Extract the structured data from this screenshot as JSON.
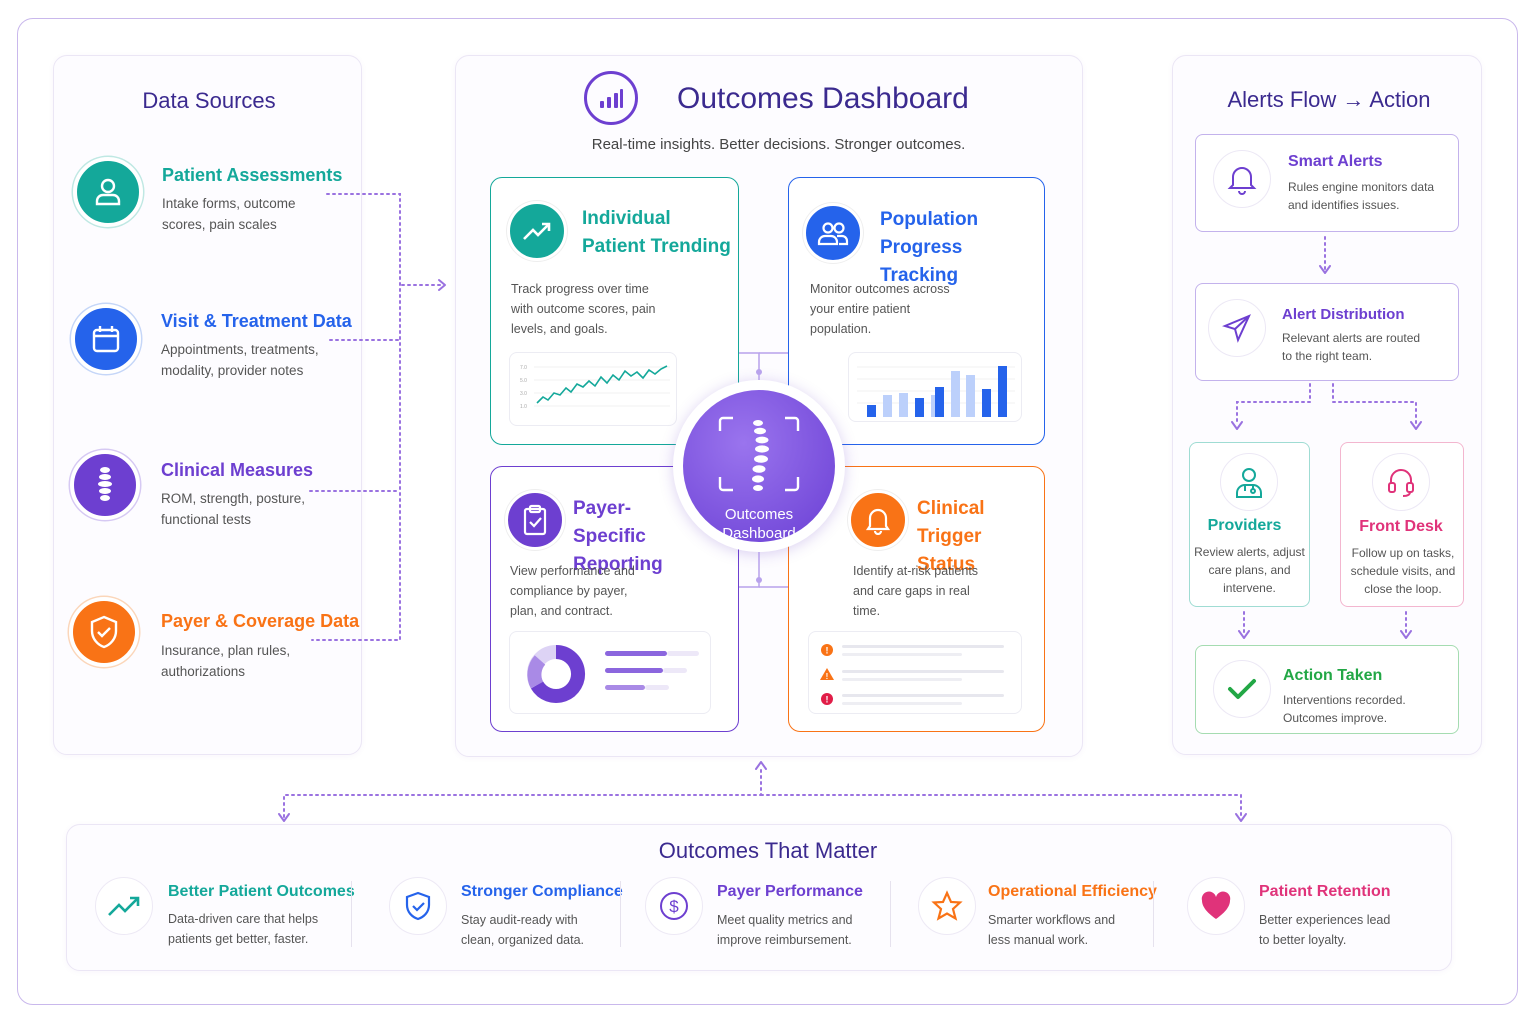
{
  "colors": {
    "teal": "#14a89a",
    "blue": "#2563eb",
    "purple": "#6d3fd0",
    "orange": "#f97316",
    "green": "#22a745",
    "pink": "#e0337a",
    "navy": "#3b2a8f"
  },
  "data_sources": {
    "title": "Data Sources",
    "items": [
      {
        "title": "Patient Assessments",
        "desc": "Intake forms, outcome scores, pain scales",
        "icon": "user-icon"
      },
      {
        "title": "Visit & Treatment Data",
        "desc": "Appointments, treatments, modality, provider notes",
        "icon": "calendar-icon"
      },
      {
        "title": "Clinical Measures",
        "desc": "ROM, strength, posture, functional tests",
        "icon": "spine-icon"
      },
      {
        "title": "Payer & Coverage Data",
        "desc": "Insurance, plan rules, authorizations",
        "icon": "shield-check-icon"
      }
    ]
  },
  "dashboard": {
    "title": "Outcomes Dashboard",
    "subtitle": "Real-time insights. Better decisions. Stronger outcomes.",
    "center_label": "Outcomes Dashboard",
    "cards": {
      "trending": {
        "title": "Individual Patient Trending",
        "desc": "Track progress over time with outcome scores, pain levels, and goals.",
        "axis": [
          "7.0",
          "5.0",
          "3.0",
          "1.0"
        ]
      },
      "population": {
        "title": "Population Progress Tracking",
        "desc": "Monitor outcomes across your entire patient population."
      },
      "payer": {
        "title": "Payer-Specific Reporting",
        "desc": "View performance and compliance by payer, plan, and contract."
      },
      "trigger": {
        "title": "Clinical Trigger Status",
        "desc": "Identify at-risk patients and care gaps in real time."
      }
    }
  },
  "alerts": {
    "title_a": "Alerts Flow",
    "arrow": "→",
    "title_b": "Action",
    "smart": {
      "title": "Smart Alerts",
      "desc": "Rules engine monitors data and identifies issues."
    },
    "distribution": {
      "title": "Alert Distribution",
      "desc": "Relevant alerts are routed to the right team."
    },
    "providers": {
      "title": "Providers",
      "desc": "Review alerts, adjust care plans, and intervene."
    },
    "frontdesk": {
      "title": "Front Desk",
      "desc": "Follow up on tasks, schedule visits, and close the loop."
    },
    "action": {
      "title": "Action Taken",
      "desc": "Interventions recorded. Outcomes improve."
    }
  },
  "outcomes": {
    "title": "Outcomes That Matter",
    "items": [
      {
        "title": "Better Patient Outcomes",
        "desc": "Data-driven care that helps patients get better, faster."
      },
      {
        "title": "Stronger Compliance",
        "desc": "Stay audit-ready with clean, organized data."
      },
      {
        "title": "Payer Performance",
        "desc": "Meet quality metrics and improve reimbursement."
      },
      {
        "title": "Operational Efficiency",
        "desc": "Smarter workflows and less manual work."
      },
      {
        "title": "Patient Retention",
        "desc": "Better experiences lead to better loyalty."
      }
    ]
  }
}
